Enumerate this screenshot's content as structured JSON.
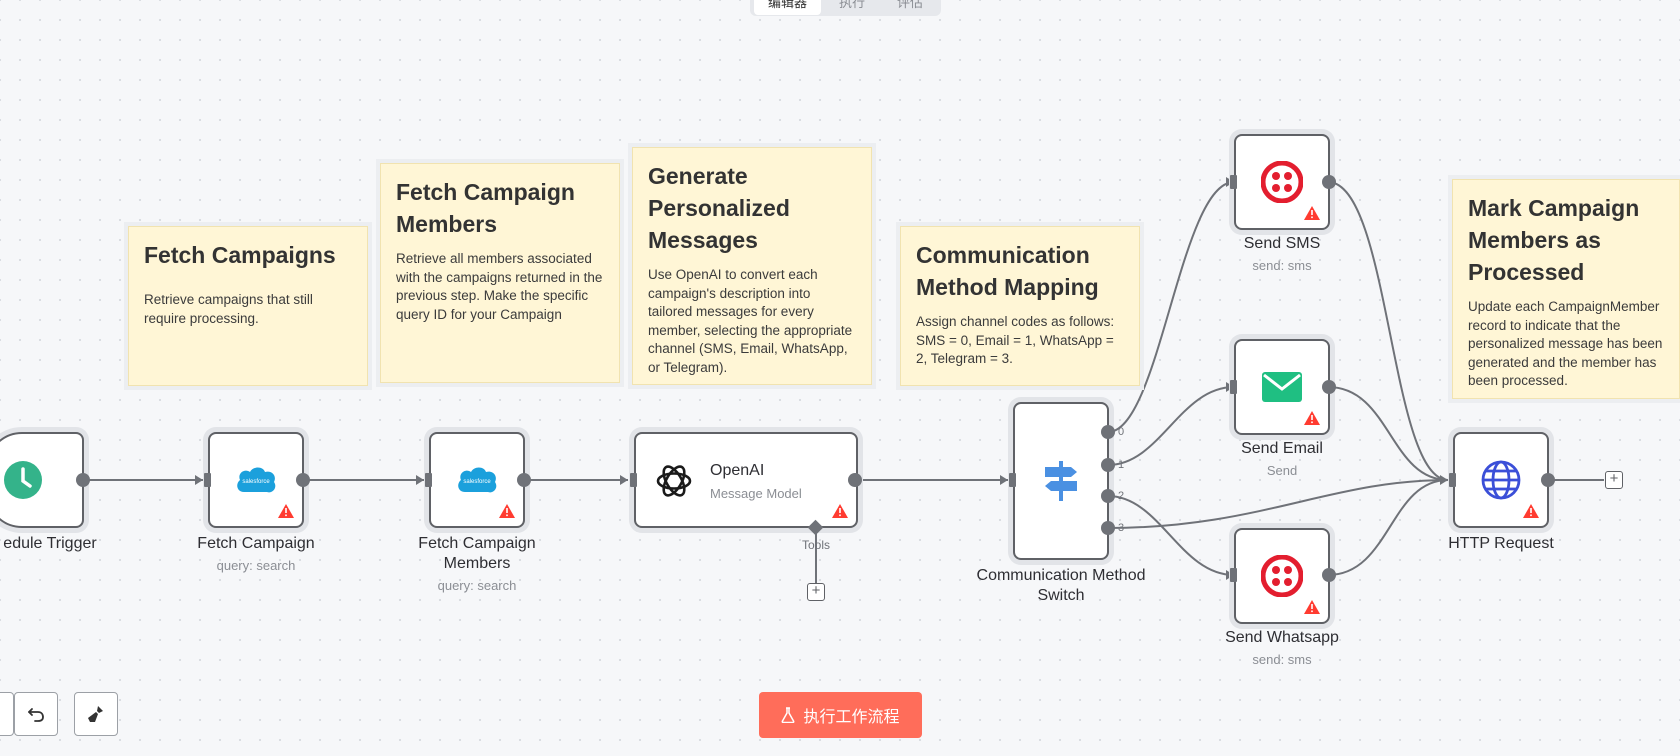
{
  "tabs": [
    "编辑器",
    "执行",
    "评估"
  ],
  "notes": [
    {
      "title": "Fetch Campaigns",
      "body": "Retrieve campaigns that still require processing."
    },
    {
      "title": "Fetch Campaign Members",
      "body": "Retrieve all members associated with the campaigns returned in the previous step. Make the specific query ID for your Campaign"
    },
    {
      "title": "Generate Personalized Messages",
      "body": "Use OpenAI to convert each campaign's description into tailored messages for every member, selecting the appropriate channel (SMS, Email, WhatsApp, or Telegram)."
    },
    {
      "title": "Communication Method Mapping",
      "body": "Assign channel codes as follows: SMS = 0, Email = 1, WhatsApp = 2, Telegram = 3."
    },
    {
      "title": "Mark Campaign Members as Processed",
      "body": "Update each CampaignMember record to indicate that the personalized message has been generated and the member has been processed."
    }
  ],
  "nodes": {
    "schedule": {
      "label": "edule Trigger",
      "icon": "clock-icon"
    },
    "fetch_campaign": {
      "label": "Fetch Campaign",
      "sub": "query: search",
      "icon": "salesforce-icon"
    },
    "fetch_members": {
      "label": "Fetch Campaign Members",
      "sub": "query: search",
      "icon": "salesforce-icon"
    },
    "openai": {
      "title": "OpenAI",
      "sub": "Message Model",
      "tools_label": "Tools",
      "icon": "openai-icon"
    },
    "switch": {
      "label": "Communication Method Switch",
      "ports": [
        "0",
        "1",
        "2",
        "3"
      ],
      "icon": "signpost-icon"
    },
    "send_sms": {
      "label": "Send SMS",
      "sub": "send: sms",
      "icon": "twilio-icon"
    },
    "send_email": {
      "label": "Send Email",
      "sub": "Send",
      "icon": "email-icon"
    },
    "send_whatsapp": {
      "label": "Send Whatsapp",
      "sub": "send: sms",
      "icon": "twilio-icon"
    },
    "http": {
      "label": "HTTP Request",
      "icon": "globe-icon"
    }
  },
  "run_button": {
    "label": "执行工作流程",
    "icon": "flask-icon"
  },
  "controls": [
    "undo-icon",
    "clean-up-icon"
  ],
  "colors": {
    "accent": "#ff6d5a",
    "note_bg": "#fff6d6",
    "warning": "#ff3b30",
    "twilio": "#e31e2f",
    "email": "#1fbf82",
    "salesforce": "#1ba0dc",
    "clock": "#34b38a",
    "switch": "#4a90e2",
    "globe": "#3b4fd8"
  }
}
